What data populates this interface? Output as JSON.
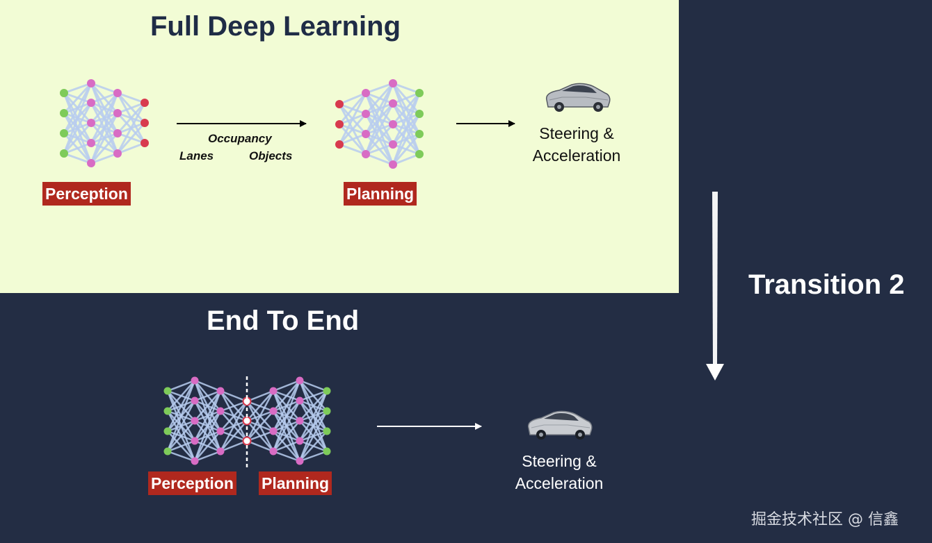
{
  "diagram": {
    "top_section": {
      "title": "Full Deep Learning",
      "perception_label": "Perception",
      "planning_label": "Planning",
      "intermediate_labels": {
        "occupancy": "Occupancy",
        "lanes": "Lanes",
        "objects": "Objects"
      },
      "output": {
        "line1": "Steering &",
        "line2": "Acceleration"
      }
    },
    "bottom_section": {
      "title": "End To End",
      "perception_label": "Perception",
      "planning_label": "Planning",
      "output": {
        "line1": "Steering &",
        "line2": "Acceleration"
      }
    },
    "transition_label": "Transition 2",
    "watermark": "掘金技术社区 @ 信鑫"
  },
  "colors": {
    "top_background": "#f2fcd5",
    "bottom_background": "#232d44",
    "badge_red": "#b0281e",
    "node_green": "#7ecb5a",
    "node_pink": "#d86cc4",
    "node_red": "#d83a4e",
    "edge_blue": "#b8cdf0"
  }
}
